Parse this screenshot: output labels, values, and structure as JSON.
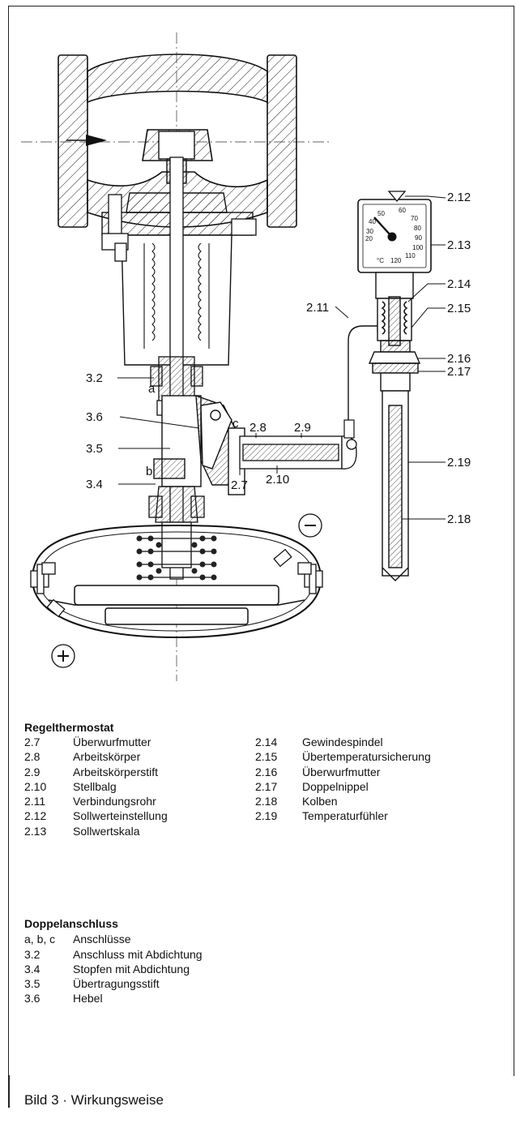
{
  "figure_caption": "Bild 3 · Wirkungsweise",
  "callouts": {
    "c2_7": "2.7",
    "c2_8": "2.8",
    "c2_9": "2.9",
    "c2_10": "2.10",
    "c2_11": "2.11",
    "c2_12": "2.12",
    "c2_13": "2.13",
    "c2_14": "2.14",
    "c2_15": "2.15",
    "c2_16": "2.16",
    "c2_17": "2.17",
    "c2_18": "2.18",
    "c2_19": "2.19",
    "c3_2": "3.2",
    "c3_4": "3.4",
    "c3_5": "3.5",
    "c3_6": "3.6",
    "a": "a",
    "b": "b",
    "c": "c"
  },
  "scale_numbers": {
    "s50": "50",
    "s60": "60",
    "s40": "40",
    "s70": "70",
    "s30": "30",
    "s80": "80",
    "s20": "20",
    "s90": "90",
    "s100": "100",
    "s110": "110",
    "s120": "120",
    "unit": "°C"
  },
  "legend_regelthermostat": {
    "title": "Regelthermostat",
    "left": [
      {
        "code": "2.7",
        "text": "Überwurfmutter"
      },
      {
        "code": "2.8",
        "text": "Arbeitskörper"
      },
      {
        "code": "2.9",
        "text": "Arbeitskörperstift"
      },
      {
        "code": "2.10",
        "text": "Stellbalg"
      },
      {
        "code": "2.11",
        "text": "Verbindungsrohr"
      },
      {
        "code": "2.12",
        "text": "Sollwerteinstellung"
      },
      {
        "code": "2.13",
        "text": "Sollwertskala"
      }
    ],
    "right": [
      {
        "code": "2.14",
        "text": "Gewindespindel"
      },
      {
        "code": "2.15",
        "text": "Übertemperatursicherung"
      },
      {
        "code": "2.16",
        "text": "Überwurfmutter"
      },
      {
        "code": "2.17",
        "text": "Doppelnippel"
      },
      {
        "code": "2.18",
        "text": "Kolben"
      },
      {
        "code": "2.19",
        "text": "Temperaturfühler"
      }
    ]
  },
  "legend_doppelanschluss": {
    "title": "Doppelanschluss",
    "items": [
      {
        "code": "a, b, c",
        "text": "Anschlüsse"
      },
      {
        "code": "3.2",
        "text": "Anschluss mit Abdichtung"
      },
      {
        "code": "3.4",
        "text": "Stopfen mit Abdichtung"
      },
      {
        "code": "3.5",
        "text": "Übertragungsstift"
      },
      {
        "code": "3.6",
        "text": "Hebel"
      }
    ]
  }
}
